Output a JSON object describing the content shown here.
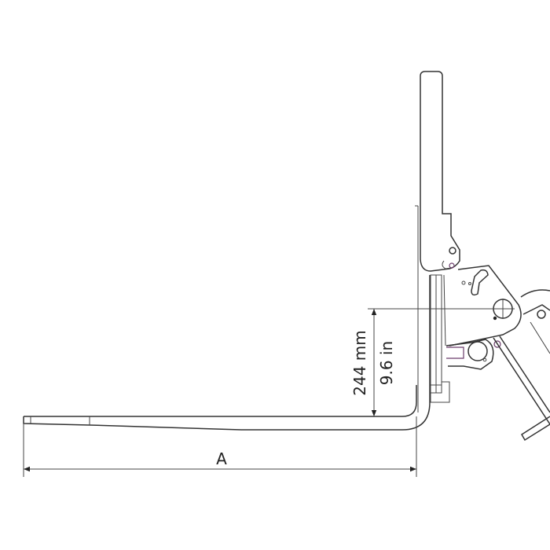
{
  "dimensions": {
    "height_mm": "244 mm",
    "height_in": "9.6 in",
    "length_label": "A"
  }
}
